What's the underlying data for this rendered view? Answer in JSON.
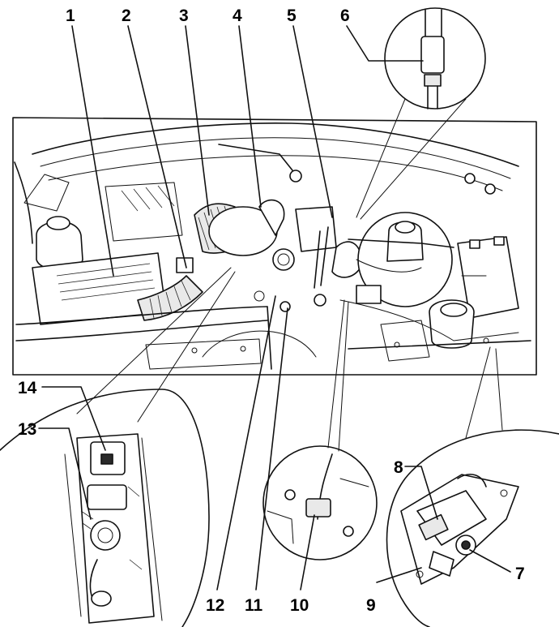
{
  "callouts": [
    {
      "id": "1",
      "text": "1"
    },
    {
      "id": "2",
      "text": "2"
    },
    {
      "id": "3",
      "text": "3"
    },
    {
      "id": "4",
      "text": "4"
    },
    {
      "id": "5",
      "text": "5"
    },
    {
      "id": "6",
      "text": "6"
    },
    {
      "id": "7",
      "text": "7"
    },
    {
      "id": "8",
      "text": "8"
    },
    {
      "id": "9",
      "text": "9"
    },
    {
      "id": "10",
      "text": "10"
    },
    {
      "id": "11",
      "text": "11"
    },
    {
      "id": "12",
      "text": "12"
    },
    {
      "id": "13",
      "text": "13"
    },
    {
      "id": "14",
      "text": "14"
    }
  ],
  "colors": {
    "ink": "#111111",
    "paper": "#ffffff",
    "shade": "#e9e9e9"
  }
}
